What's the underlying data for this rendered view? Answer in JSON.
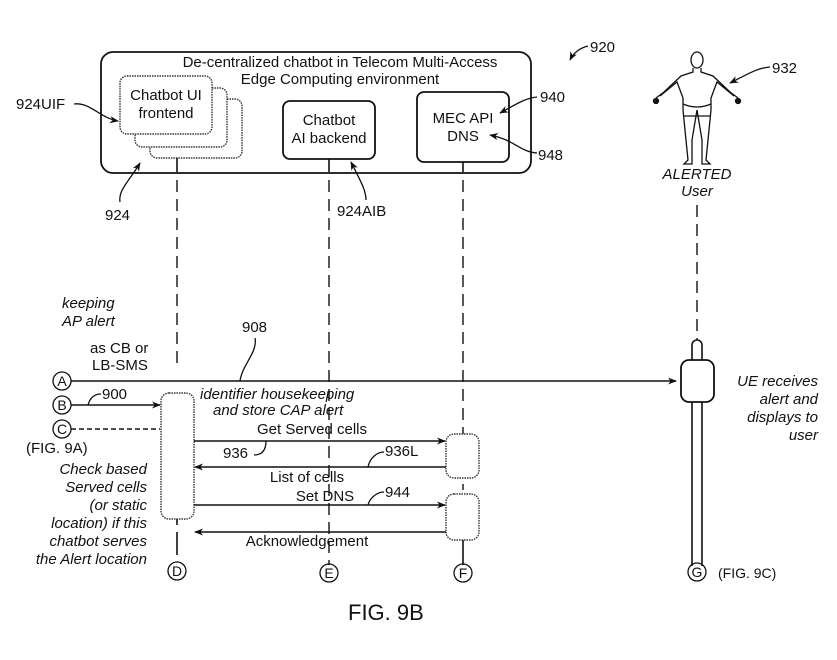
{
  "figure": {
    "title": "FIG. 9B",
    "ref_number": "920",
    "container": {
      "title_line1": "De-centralized chatbot in Telecom Multi-Access",
      "title_line2": "Edge Computing environment",
      "ref": "924"
    },
    "components": {
      "frontend": {
        "line1": "Chatbot UI",
        "line2": "frontend",
        "ref": "924UIF"
      },
      "backend": {
        "line1": "Chatbot",
        "line2": "AI backend",
        "ref": "924AIB"
      },
      "mec": {
        "line1": "MEC API",
        "line2": "DNS",
        "ref_api": "940",
        "ref_dns": "948"
      },
      "user": {
        "line1": "ALERTED",
        "line2": "User",
        "ref": "932"
      }
    },
    "left_notes": {
      "keeping_line1": "keeping",
      "keeping_line2": "AP alert",
      "as_cb_line1": "as CB or",
      "as_cb_line2": "LB-SMS",
      "fig9a": "(FIG. 9A)",
      "check": [
        "Check based",
        "Served cells",
        "(or static",
        "location) if this",
        "chatbot serves",
        "the Alert location"
      ]
    },
    "connectors": {
      "A": "A",
      "B": "B",
      "C": "C",
      "D": "D",
      "E": "E",
      "F": "F",
      "G": "G",
      "fig9c": "(FIG. 9C)"
    },
    "messages": {
      "ref_908": "908",
      "ref_900": "900",
      "housekeeping_line1": "identifier housekeeping",
      "housekeeping_line2": "and store CAP alert",
      "get_served": "Get Served cells",
      "ref_936": "936",
      "ref_936L": "936L",
      "list_cells": "List of cells",
      "set_dns": "Set DNS",
      "ref_944": "944",
      "ack": "Acknowledgement"
    },
    "ue_note": [
      "UE receives",
      "alert and",
      "displays to",
      "user"
    ]
  }
}
